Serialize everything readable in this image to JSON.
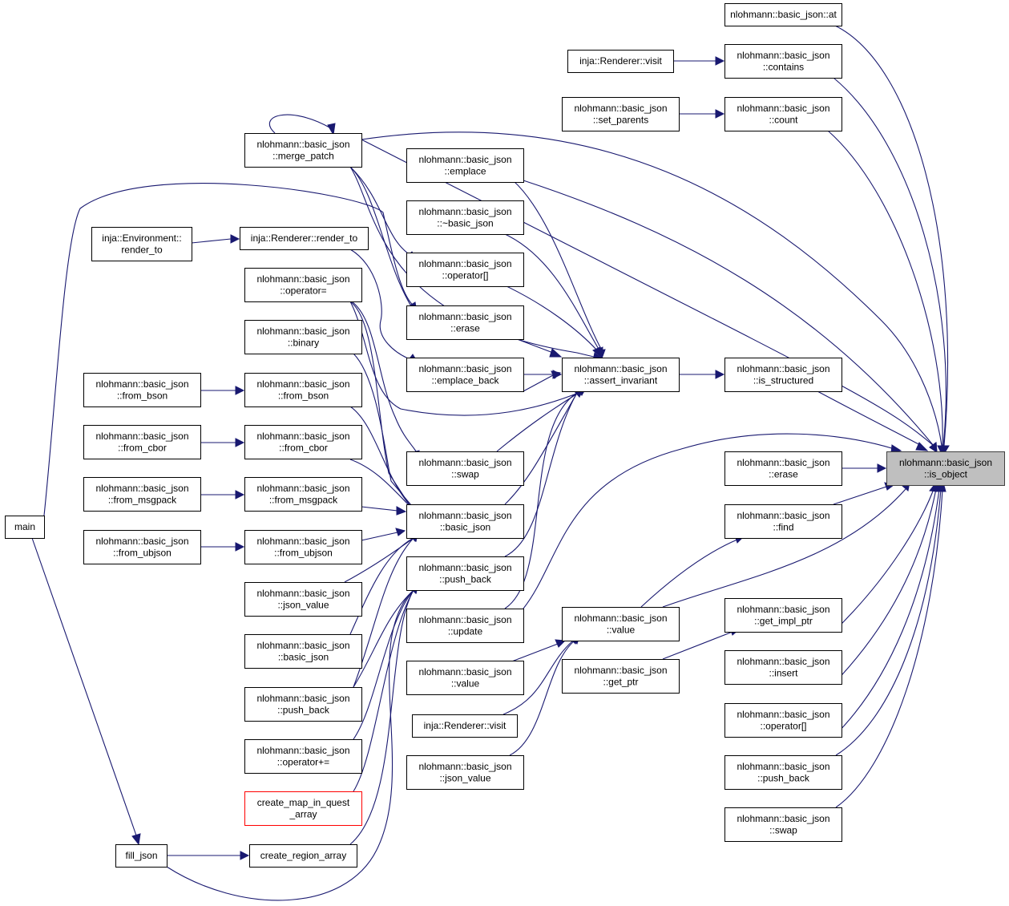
{
  "graph": {
    "focus_node": "is_object",
    "nodes": {
      "at": [
        "nlohmann::basic_json::at"
      ],
      "contains": [
        "nlohmann::basic_json",
        "::contains"
      ],
      "visit_top": [
        "inja::Renderer::visit"
      ],
      "count": [
        "nlohmann::basic_json",
        "::count"
      ],
      "set_parents": [
        "nlohmann::basic_json",
        "::set_parents"
      ],
      "merge_patch": [
        "nlohmann::basic_json",
        "::merge_patch"
      ],
      "emplace": [
        "nlohmann::basic_json",
        "::emplace"
      ],
      "dtor": [
        "nlohmann::basic_json",
        "::~basic_json"
      ],
      "env_render_to": [
        "inja::Environment::",
        "render_to"
      ],
      "renderer_render_to": [
        "inja::Renderer::render_to"
      ],
      "operator_idx_mid": [
        "nlohmann::basic_json",
        "::operator[]"
      ],
      "operator_assign": [
        "nlohmann::basic_json",
        "::operator="
      ],
      "erase_mid": [
        "nlohmann::basic_json",
        "::erase"
      ],
      "binary": [
        "nlohmann::basic_json",
        "::binary"
      ],
      "emplace_back": [
        "nlohmann::basic_json",
        "::emplace_back"
      ],
      "assert_invariant": [
        "nlohmann::basic_json",
        "::assert_invariant"
      ],
      "is_structured": [
        "nlohmann::basic_json",
        "::is_structured"
      ],
      "from_bson_l": [
        "nlohmann::basic_json",
        "::from_bson"
      ],
      "from_bson_r": [
        "nlohmann::basic_json",
        "::from_bson"
      ],
      "from_cbor_l": [
        "nlohmann::basic_json",
        "::from_cbor"
      ],
      "from_cbor_r": [
        "nlohmann::basic_json",
        "::from_cbor"
      ],
      "swap_mid": [
        "nlohmann::basic_json",
        "::swap"
      ],
      "is_object": [
        "nlohmann::basic_json",
        "::is_object"
      ],
      "erase_right": [
        "nlohmann::basic_json",
        "::erase"
      ],
      "from_msgpack_l": [
        "nlohmann::basic_json",
        "::from_msgpack"
      ],
      "from_msgpack_r": [
        "nlohmann::basic_json",
        "::from_msgpack"
      ],
      "basic_json_ctor": [
        "nlohmann::basic_json",
        "::basic_json"
      ],
      "find": [
        "nlohmann::basic_json",
        "::find"
      ],
      "main": [
        "main"
      ],
      "from_ubjson_l": [
        "nlohmann::basic_json",
        "::from_ubjson"
      ],
      "from_ubjson_r": [
        "nlohmann::basic_json",
        "::from_ubjson"
      ],
      "push_back_mid": [
        "nlohmann::basic_json",
        "::push_back"
      ],
      "json_value_left": [
        "nlohmann::basic_json",
        "::json_value"
      ],
      "update": [
        "nlohmann::basic_json",
        "::update"
      ],
      "value_center": [
        "nlohmann::basic_json",
        "::value"
      ],
      "get_impl_ptr": [
        "nlohmann::basic_json",
        "::get_impl_ptr"
      ],
      "basic_json_left": [
        "nlohmann::basic_json",
        "::basic_json"
      ],
      "value_mid": [
        "nlohmann::basic_json",
        "::value"
      ],
      "get_ptr": [
        "nlohmann::basic_json",
        "::get_ptr"
      ],
      "insert": [
        "nlohmann::basic_json",
        "::insert"
      ],
      "push_back_left": [
        "nlohmann::basic_json",
        "::push_back"
      ],
      "visit_mid": [
        "inja::Renderer::visit"
      ],
      "operator_idx_right": [
        "nlohmann::basic_json",
        "::operator[]"
      ],
      "operator_plus_eq": [
        "nlohmann::basic_json",
        "::operator+="
      ],
      "json_value_mid": [
        "nlohmann::basic_json",
        "::json_value"
      ],
      "push_back_right": [
        "nlohmann::basic_json",
        "::push_back"
      ],
      "create_map": [
        "create_map_in_quest",
        "_array"
      ],
      "swap_right": [
        "nlohmann::basic_json",
        "::swap"
      ],
      "fill_json": [
        "fill_json"
      ],
      "create_region": [
        "create_region_array"
      ]
    }
  }
}
